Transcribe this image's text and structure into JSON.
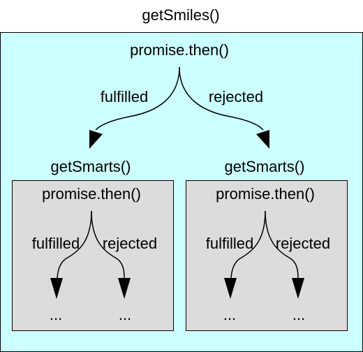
{
  "outer": {
    "title": "getSmiles()",
    "promise": "promise.then()",
    "fulfilled": "fulfilled",
    "rejected": "rejected",
    "bg_color": "#ccffff"
  },
  "left": {
    "title": "getSmarts()",
    "promise": "promise.then()",
    "fulfilled": "fulfilled",
    "rejected": "rejected",
    "ellipsis_left": "...",
    "ellipsis_right": "...",
    "bg_color": "#dcdcdc"
  },
  "right": {
    "title": "getSmarts()",
    "promise": "promise.then()",
    "fulfilled": "fulfilled",
    "rejected": "rejected",
    "ellipsis_left": "...",
    "ellipsis_right": "...",
    "bg_color": "#dcdcdc"
  }
}
